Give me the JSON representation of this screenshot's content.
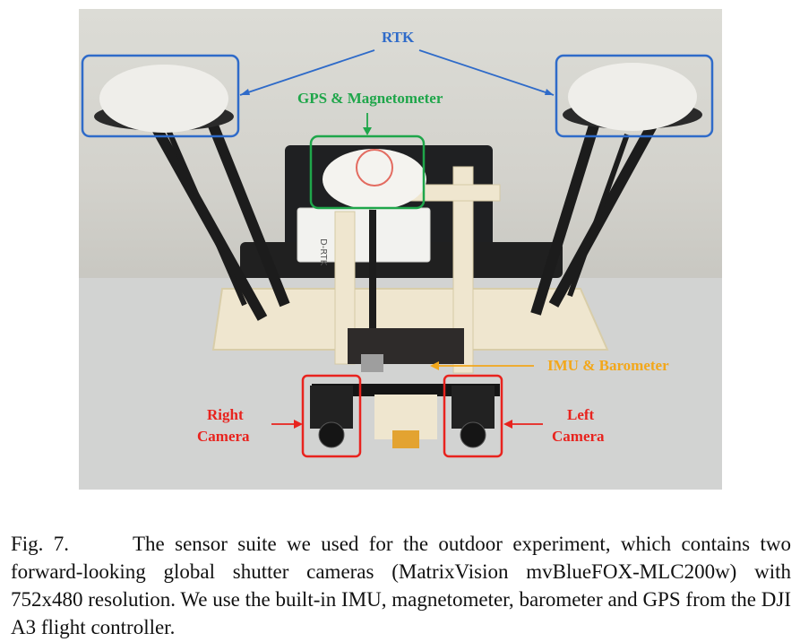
{
  "figure": {
    "labels": {
      "rtk": "RTK",
      "gps": "GPS & Magnetometer",
      "imu": "IMU & Barometer",
      "right_camera": [
        "Right",
        "Camera"
      ],
      "left_camera": [
        "Left",
        "Camera"
      ],
      "d_rtk_text": "D-RTK"
    },
    "colors": {
      "rtk": "#2f6bc9",
      "gps": "#1fa64a",
      "imu": "#f2a71b",
      "camera": "#e8231e"
    }
  },
  "caption": {
    "lead": "Fig. 7.",
    "text": "The sensor suite we used for the outdoor experiment, which contains two forward-looking global shutter cameras (MatrixVision mvBlueFOX-MLC200w) with 752x480 resolution. We use the built-in IMU, magnetometer, barometer and GPS from the DJI A3 flight controller."
  }
}
